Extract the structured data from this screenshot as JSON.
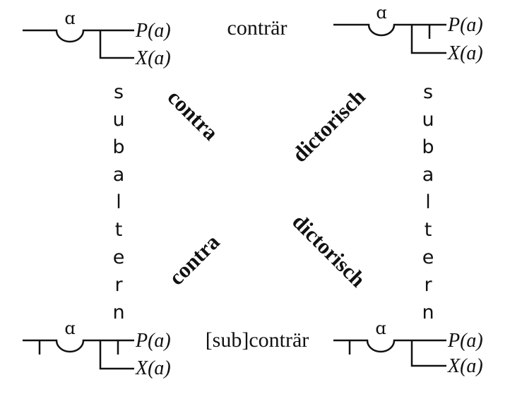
{
  "formulas": {
    "top_left": {
      "bound_var": "ɑ",
      "p": "P(ɑ)",
      "x": "X(ɑ)"
    },
    "top_right": {
      "bound_var": "ɑ",
      "p": "P(ɑ)",
      "x": "X(ɑ)"
    },
    "bottom_left": {
      "bound_var": "ɑ",
      "p": "P(ɑ)",
      "x": "X(ɑ)"
    },
    "bottom_right": {
      "bound_var": "ɑ",
      "p": "P(ɑ)",
      "x": "X(ɑ)"
    }
  },
  "relations": {
    "top": "conträr",
    "bottom": "[sub]conträr",
    "left": "subaltern",
    "right": "subaltern",
    "diag_tl": "contra",
    "diag_tr": "dictorisch",
    "diag_bl": "contra",
    "diag_br": "dictorisch"
  }
}
